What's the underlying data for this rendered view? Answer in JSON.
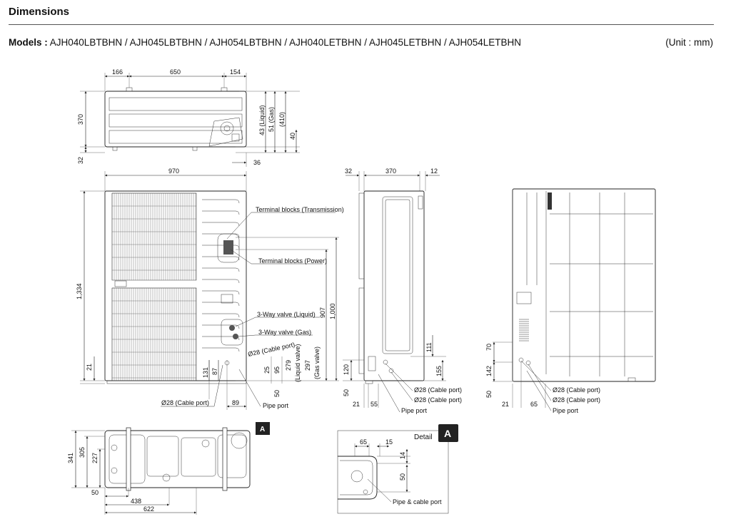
{
  "header": {
    "title": "Dimensions",
    "models_label": "Models :",
    "models": "AJH040LBTBHN / AJH045LBTBHN / AJH054LBTBHN / AJH040LETBHN / AJH045LETBHN / AJH054LETBHN",
    "unit": "(Unit : mm)"
  },
  "top_view": {
    "dim_166": "166",
    "dim_650": "650",
    "dim_154": "154",
    "dim_370": "370",
    "dim_32": "32",
    "dim_36": "36",
    "dim_43": "43 (Liquid)",
    "dim_51": "51 (Gas)",
    "dim_410": "(410)",
    "dim_40": "40"
  },
  "front_view": {
    "dim_970": "970",
    "dim_1334": "1,334",
    "dim_21": "21",
    "dim_907": "907",
    "dim_1000": "1,000",
    "dim_131": "131",
    "dim_87": "87",
    "dim_25": "25",
    "dim_95": "95",
    "dim_279": "279",
    "dim_297": "297",
    "dim_50": "50",
    "dim_89": "89",
    "liquid_valve": "(Liquid valve)",
    "gas_valve": "(Gas valve)",
    "terminal_transmission": "Terminal blocks (Transmission)",
    "terminal_power": "Terminal blocks (Power)",
    "valve_liquid": "3-Way valve (Liquid)",
    "valve_gas": "3-Way valve (Gas)",
    "cable_port_1": "Ø28 (Cable port)",
    "cable_port_2": "Ø28 (Cable port)",
    "pipe_port": "Pipe port"
  },
  "side_view": {
    "dim_32": "32",
    "dim_370": "370",
    "dim_12": "12",
    "dim_111": "111",
    "dim_120": "120",
    "dim_155": "155",
    "dim_50": "50",
    "dim_21": "21",
    "dim_55": "55",
    "cable_port_1": "Ø28 (Cable port)",
    "cable_port_2": "Ø28 (Cable port)",
    "pipe_port": "Pipe port"
  },
  "rear_view": {
    "dim_70": "70",
    "dim_142": "142",
    "dim_50": "50",
    "dim_21": "21",
    "dim_65": "65",
    "cable_port_1": "Ø28 (Cable port)",
    "cable_port_2": "Ø28 (Cable port)",
    "pipe_port": "Pipe port"
  },
  "bottom_view": {
    "dim_341": "341",
    "dim_305": "305",
    "dim_227": "227",
    "dim_50": "50",
    "dim_438": "438",
    "dim_622": "622",
    "marker": "A"
  },
  "detail": {
    "label": "Detail",
    "marker": "A",
    "dim_65": "65",
    "dim_15": "15",
    "dim_14": "14",
    "dim_50": "50",
    "port_label": "Pipe & cable port"
  }
}
